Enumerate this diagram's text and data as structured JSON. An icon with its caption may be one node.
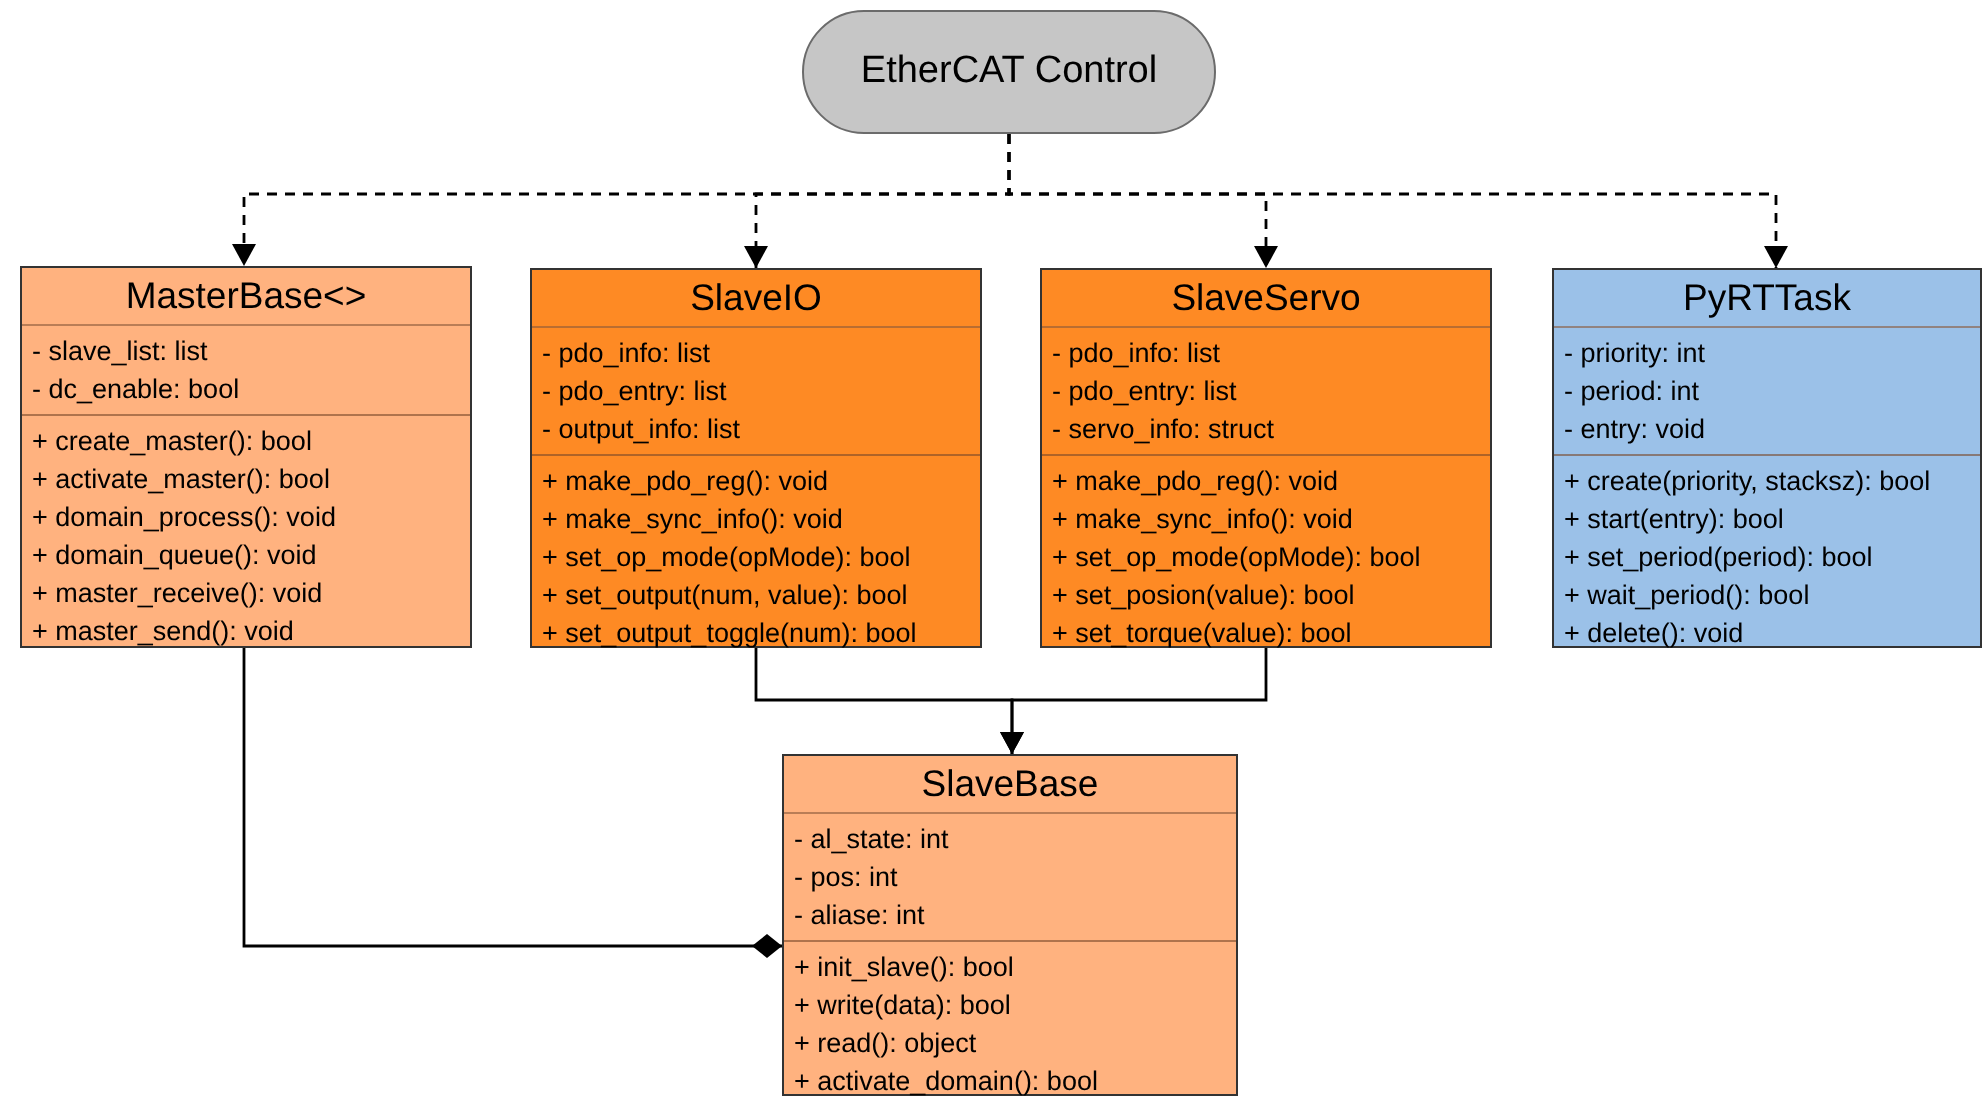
{
  "diagram": {
    "nodes": [
      {
        "text": [
          "EtherCAT Control"
        ]
      },
      {
        "text": [
          "MasterBase<>"
        ]
      },
      {
        "text": [
          "- slave_list: list",
          "- dc_enable: bool"
        ],
        "in": 1
      },
      {
        "text": [
          "+ create_master(): bool",
          "+ activate_master(): bool",
          "+ domain_process(): void",
          "+ domain_queue(): void",
          "+ master_receive(): void",
          "+ master_send(): void"
        ],
        "in": 1
      },
      {
        "text": [
          "SlaveIO"
        ]
      },
      {
        "text": [
          "- pdo_info: list",
          "- pdo_entry: list",
          "- output_info: list"
        ],
        "in": 4
      },
      {
        "text": [
          "+ make_pdo_reg(): void",
          "+ make_sync_info(): void",
          "+ set_op_mode(opMode): bool",
          "+ set_output(num, value): bool",
          "+ set_output_toggle(num): bool"
        ],
        "in": 4
      },
      {
        "text": [
          "SlaveServo"
        ]
      },
      {
        "text": [
          "- pdo_info: list",
          "- pdo_entry: list",
          "- servo_info: struct"
        ],
        "in": 7
      },
      {
        "text": [
          "+ make_pdo_reg(): void",
          "+ make_sync_info(): void",
          "+ set_op_mode(opMode): bool",
          "+ set_posion(value): bool",
          "+ set_torque(value): bool"
        ],
        "in": 7
      },
      {
        "text": [
          "PyRTTask"
        ]
      },
      {
        "text": [
          "- priority: int",
          "- period: int",
          "- entry: void"
        ],
        "in": 10
      },
      {
        "text": [
          "+ create(priority, stacksz): bool",
          "+ start(entry): bool",
          "+ set_period(period): bool",
          "+ wait_period(): bool",
          "+ delete(): void"
        ],
        "in": 10
      },
      {
        "text": [
          "SlaveBase"
        ]
      },
      {
        "text": [
          "- al_state: int",
          "- pos: int",
          "- aliase: int"
        ],
        "in": 13
      },
      {
        "text": [
          "+ init_slave(): bool",
          "+ write(data): bool",
          "+ read(): object",
          "+ activate_domain(): bool"
        ],
        "in": 13
      }
    ],
    "edges": [
      {
        "from": 0,
        "to": 1,
        "arrow": "to",
        "style": "dashed"
      },
      {
        "from": 0,
        "to": 4,
        "arrow": "to",
        "style": "dashed"
      },
      {
        "from": 0,
        "to": 7,
        "arrow": "to",
        "style": "dashed"
      },
      {
        "from": 0,
        "to": 10,
        "arrow": "to",
        "style": "dashed"
      },
      {
        "from": 4,
        "to": 13,
        "arrow": "to"
      },
      {
        "from": 7,
        "to": 13,
        "arrow": "to"
      },
      {
        "from": 1,
        "to": 13,
        "arrow": "other"
      }
    ]
  }
}
